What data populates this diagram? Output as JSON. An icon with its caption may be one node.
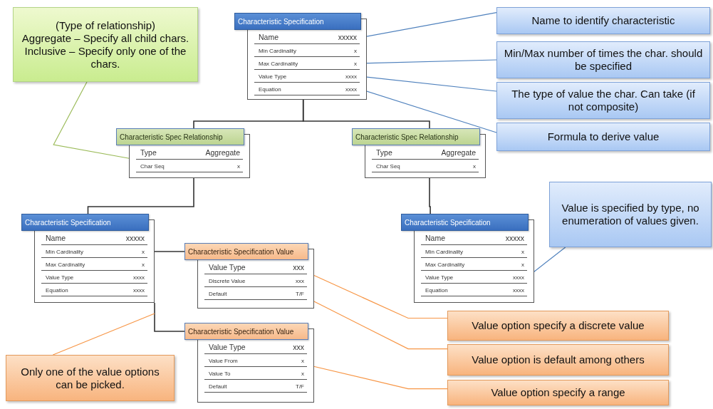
{
  "diagram": {
    "nodes": [
      {
        "text": [
          "Characteristic Specification"
        ]
      },
      {
        "text": [
          "Name",
          "xxxxx"
        ],
        "in": 0
      },
      {
        "text": [
          "Min Cardinality",
          "x"
        ],
        "in": 0
      },
      {
        "text": [
          "Max Cardinality",
          "x"
        ],
        "in": 0
      },
      {
        "text": [
          "Value Type",
          "xxxx"
        ],
        "in": 0
      },
      {
        "text": [
          "Equation",
          "xxxx"
        ],
        "in": 0
      },
      {
        "text": [
          "Characteristic Spec Relationship"
        ]
      },
      {
        "text": [
          "Type",
          "Aggregate"
        ],
        "in": 6
      },
      {
        "text": [
          "Char Seq",
          "x"
        ],
        "in": 6
      },
      {
        "text": [
          "Characteristic Spec Relationship"
        ]
      },
      {
        "text": [
          "Type",
          "Aggregate"
        ],
        "in": 9
      },
      {
        "text": [
          "Char Seq",
          "x"
        ],
        "in": 9
      },
      {
        "text": [
          "Characteristic Specification"
        ]
      },
      {
        "text": [
          "Name",
          "xxxxx"
        ],
        "in": 12
      },
      {
        "text": [
          "Min Cardinality",
          "x"
        ],
        "in": 12
      },
      {
        "text": [
          "Max Cardinality",
          "x"
        ],
        "in": 12
      },
      {
        "text": [
          "Value Type",
          "xxxx"
        ],
        "in": 12
      },
      {
        "text": [
          "Equation",
          "xxxx"
        ],
        "in": 12
      },
      {
        "text": [
          "Characteristic Specification Value"
        ]
      },
      {
        "text": [
          "Value Type",
          "xxx"
        ],
        "in": 18
      },
      {
        "text": [
          "Discrete Value",
          "xxx"
        ],
        "in": 18
      },
      {
        "text": [
          "Default",
          "T/F"
        ],
        "in": 18
      },
      {
        "text": [
          "Characteristic Specification Value"
        ]
      },
      {
        "text": [
          "Value Type",
          "xxx"
        ],
        "in": 22
      },
      {
        "text": [
          "Value From",
          "x"
        ],
        "in": 22
      },
      {
        "text": [
          "Value To",
          "x"
        ],
        "in": 22
      },
      {
        "text": [
          "Default",
          "T/F"
        ],
        "in": 22
      },
      {
        "text": [
          "Characteristic Specification"
        ]
      },
      {
        "text": [
          "Name",
          "xxxxx"
        ],
        "in": 27
      },
      {
        "text": [
          "Min Cardinality",
          "x"
        ],
        "in": 27
      },
      {
        "text": [
          "Max Cardinality",
          "x"
        ],
        "in": 27
      },
      {
        "text": [
          "Value Type",
          "xxxx"
        ],
        "in": 27
      },
      {
        "text": [
          "Equation",
          "xxxx"
        ],
        "in": 27
      },
      {
        "text": [
          "(Type of relationship)",
          "Aggregate – Specify all child chars.",
          "Inclusive – Specify only one of the chars."
        ]
      },
      {
        "text": [
          "Name to identify characteristic"
        ]
      },
      {
        "text": [
          "Min/Max number of times the char. should be specified"
        ]
      },
      {
        "text": [
          "The type of value the char. Can take (if not composite)"
        ]
      },
      {
        "text": [
          "Formula to derive value"
        ]
      },
      {
        "text": [
          "Value is specified by type, no enumeration of values given."
        ]
      },
      {
        "text": [
          "Only one of the value options can be picked."
        ]
      },
      {
        "text": [
          "Value option specify a discrete value"
        ]
      },
      {
        "text": [
          "Value option is default among others"
        ]
      },
      {
        "text": [
          "Value option specify a range"
        ]
      }
    ],
    "edges": [
      {
        "from": 0,
        "to": 6,
        "arrow": "none"
      },
      {
        "from": 0,
        "to": 9,
        "arrow": "none"
      },
      {
        "from": 6,
        "to": 12,
        "arrow": "none"
      },
      {
        "from": 9,
        "to": 27,
        "arrow": "none"
      },
      {
        "from": 12,
        "to": 18,
        "arrow": "none"
      },
      {
        "from": 12,
        "to": 22,
        "arrow": "none"
      },
      {
        "from": 34,
        "to": 1,
        "arrow": "none",
        "color": "#4f81bd"
      },
      {
        "from": 35,
        "to": 3,
        "arrow": "none",
        "color": "#4f81bd"
      },
      {
        "from": 36,
        "to": 4,
        "arrow": "none",
        "color": "#4f81bd"
      },
      {
        "from": 37,
        "to": 5,
        "arrow": "none",
        "color": "#4f81bd"
      },
      {
        "from": 33,
        "to": 7,
        "arrow": "none",
        "color": "#9bbb59"
      },
      {
        "from": 38,
        "to": 31,
        "arrow": "none",
        "color": "#4f81bd"
      },
      {
        "from": 39,
        "to": null,
        "arrow": "none",
        "color": "#f79646"
      },
      {
        "from": 40,
        "to": 19,
        "arrow": "none",
        "color": "#f79646"
      },
      {
        "from": 41,
        "to": 21,
        "arrow": "none",
        "color": "#f79646"
      },
      {
        "from": 42,
        "to": 24,
        "arrow": "none",
        "color": "#f79646"
      }
    ]
  }
}
